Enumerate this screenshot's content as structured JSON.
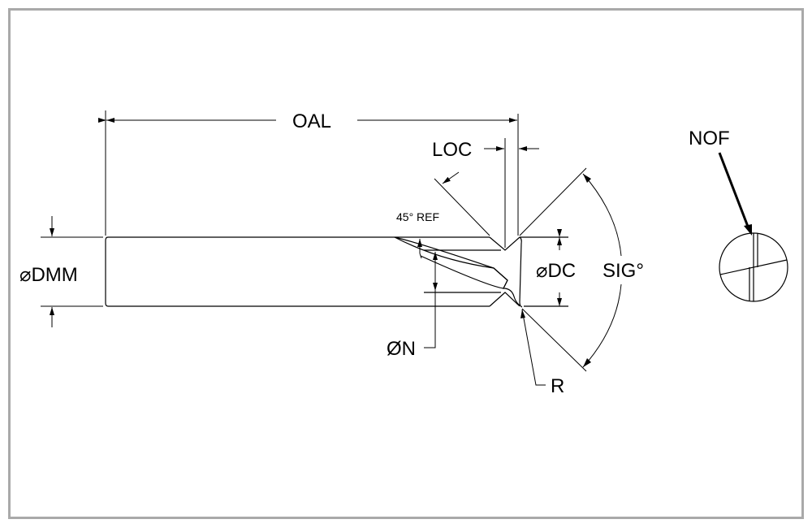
{
  "drawing": {
    "title": "End mill technical drawing",
    "labels": {
      "oal": "OAL",
      "loc": "LOC",
      "dmm": "⌀DMM",
      "dc": "⌀DC",
      "sig": "SIG°",
      "n": "ØN",
      "r": "R",
      "nof": "NOF",
      "ref_angle": "45° REF"
    },
    "colors": {
      "line": "#000000",
      "frame": "#a9a9a9",
      "background": "#ffffff"
    }
  }
}
